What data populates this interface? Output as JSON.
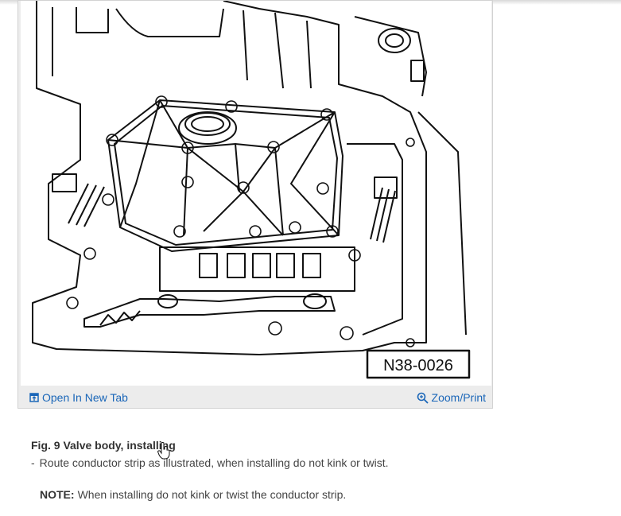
{
  "figure": {
    "label": "N38-0026",
    "open_tab_label": "Open In New Tab",
    "open_tab_icon": "open-in-new-tab-icon",
    "zoom_label": "Zoom/Print",
    "zoom_icon": "zoom-icon",
    "link_color": "#1a66b8"
  },
  "caption": {
    "title": "Fig. 9 Valve body, installing"
  },
  "instructions": [
    {
      "bullet": "-",
      "text": "Route conductor strip as illustrated, when installing do not kink or twist."
    }
  ],
  "note": {
    "label": "NOTE:",
    "text": "When installing do not kink or twist the conductor strip."
  }
}
